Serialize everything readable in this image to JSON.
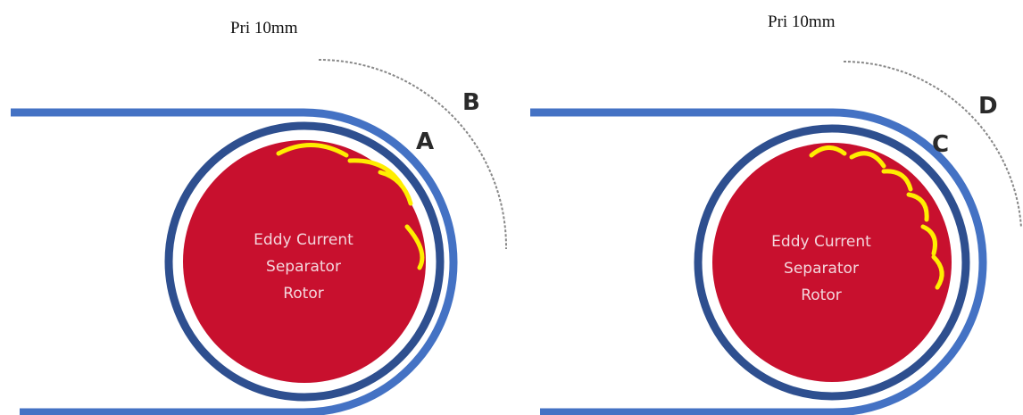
{
  "panels": [
    {
      "caption": "Pri 10mm",
      "rotor_lines": [
        "Eddy Current",
        "Separator",
        "Rotor"
      ],
      "belt_label": "A",
      "trajectory_label": "B",
      "particle_count": 4
    },
    {
      "caption": "Pri 10mm",
      "rotor_lines": [
        "Eddy Current",
        "Separator",
        "Rotor"
      ],
      "belt_label": "C",
      "trajectory_label": "D",
      "particle_count": 6
    }
  ],
  "colors": {
    "rotor": "#c8102e",
    "belt_light": "#4472c4",
    "belt_dark": "#2e4f8f",
    "particle": "#ffee00",
    "trajectory": "#888888"
  }
}
